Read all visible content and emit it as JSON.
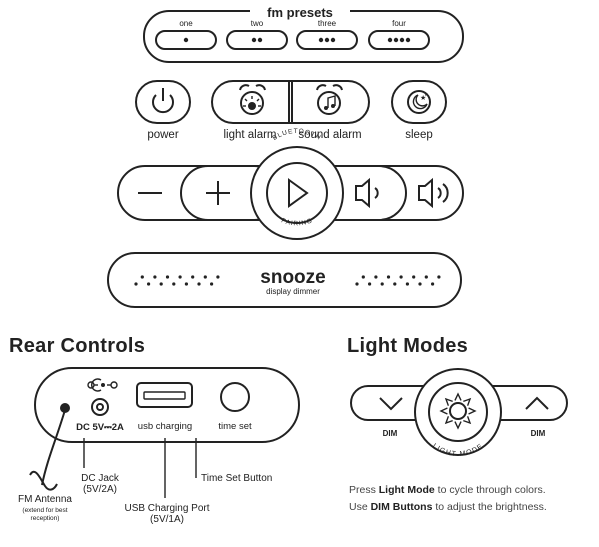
{
  "fm_presets": {
    "title": "fm presets",
    "buttons": [
      {
        "label": "one",
        "dots": 1
      },
      {
        "label": "two",
        "dots": 2
      },
      {
        "label": "three",
        "dots": 3
      },
      {
        "label": "four",
        "dots": 4
      }
    ]
  },
  "row_controls": {
    "power_label": "power",
    "light_alarm_label": "light alarm",
    "sound_alarm_label": "sound alarm",
    "sleep_label": "sleep"
  },
  "transport": {
    "bluetooth_text": "BLUETOOTH",
    "pairing_text": "PAIRING"
  },
  "snooze": {
    "title": "snooze",
    "subtitle": "display dimmer"
  },
  "rear_controls": {
    "heading": "Rear Controls",
    "dc_port_label": "DC 5V⎓2A",
    "usb_port_label": "usb charging",
    "time_set_label": "time set",
    "callouts": {
      "fm_antenna": "FM Antenna",
      "fm_antenna_note_1": "(extend for best",
      "fm_antenna_note_2": "reception)",
      "dc_jack": "DC Jack",
      "dc_jack_rating": "(5V/2A)",
      "usb_port": "USB Charging Port",
      "usb_rating": "(5V/1A)",
      "time_set_button": "Time Set Button"
    }
  },
  "light_modes": {
    "heading": "Light Modes",
    "dim_left": "DIM",
    "dim_right": "DIM",
    "light_mode_text": "LIGHT MODE",
    "instructions": {
      "line1_pre": "Press ",
      "line1_bold": "Light Mode",
      "line1_post": " to cycle through colors.",
      "line2_pre": "Use ",
      "line2_bold": "DIM Buttons",
      "line2_post": " to adjust the brightness."
    }
  }
}
